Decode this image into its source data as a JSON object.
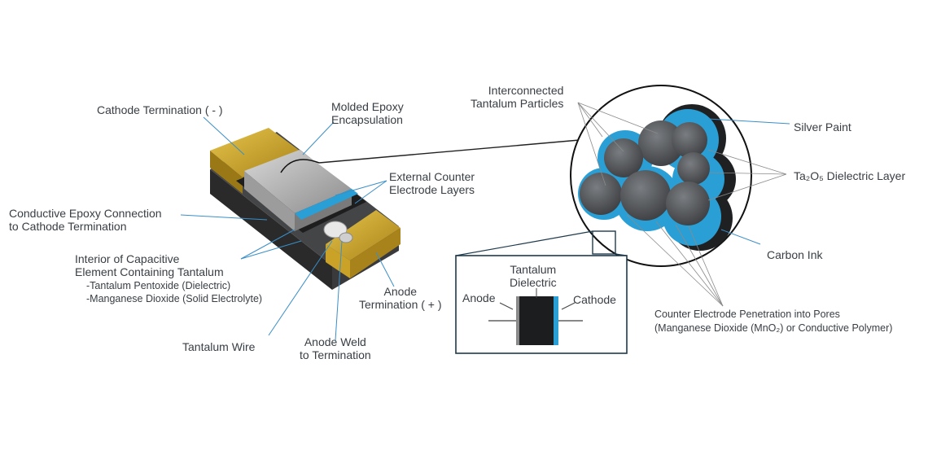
{
  "capacitor": {
    "cathode_termination": "Cathode Termination ( - )",
    "molded_epoxy": "Molded Epoxy\nEncapsulation",
    "external_counter": "External Counter\nElectrode Layers",
    "conductive_epoxy": "Conductive Epoxy Connection\nto Cathode Termination",
    "interior": "Interior of Capacitive\nElement Containing Tantalum",
    "interior_sub1": "-Tantalum Pentoxide (Dielectric)",
    "interior_sub2": "-Manganese Dioxide (Solid Electrolyte)",
    "anode_termination": "Anode\nTermination ( + )",
    "tantalum_wire": "Tantalum Wire",
    "anode_weld": "Anode Weld\nto Termination"
  },
  "magnified": {
    "interconnected": "Interconnected\nTantalum Particles",
    "silver_paint": "Silver Paint",
    "dielectric_layer": "Ta₂O₅ Dielectric Layer",
    "carbon_ink": "Carbon Ink",
    "counter_penetration_line1": "Counter Electrode Penetration into Pores",
    "counter_penetration_line2": "(Manganese Dioxide (MnO₂) or Conductive Polymer)"
  },
  "inset": {
    "tantalum_dielectric": "Tantalum\nDielectric",
    "anode": "Anode",
    "cathode": "Cathode"
  },
  "colors": {
    "gold": "#c9a227",
    "blue": "#2a9fd6",
    "leader": "#3a8fc8",
    "particle": "#55585c",
    "silver": "#1e1f21"
  }
}
